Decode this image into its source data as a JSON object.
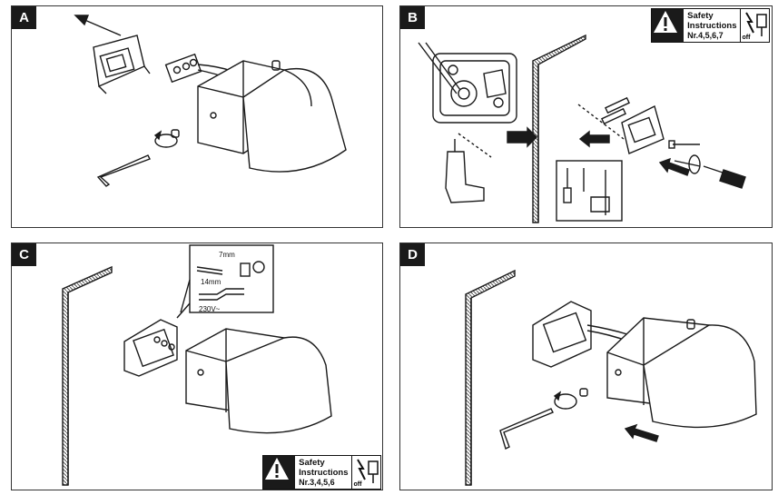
{
  "panels": {
    "a": {
      "label": "A"
    },
    "b": {
      "label": "B"
    },
    "c": {
      "label": "C"
    },
    "d": {
      "label": "D"
    }
  },
  "safety_b": {
    "line1": "Safety",
    "line2": "Instructions",
    "line3": "Nr.4,5,6,7",
    "off": "off"
  },
  "safety_c": {
    "line1": "Safety",
    "line2": "Instructions",
    "line3": "Nr.3,4,5,6",
    "off": "off"
  },
  "wiring": {
    "strip1": "7mm",
    "strip2": "14mm",
    "voltage": "230V~"
  },
  "colors": {
    "ink": "#1a1a1a",
    "background": "#ffffff",
    "hatch": "#555555"
  }
}
